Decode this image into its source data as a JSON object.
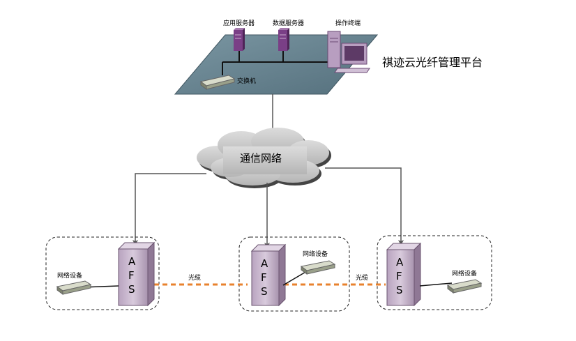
{
  "platform": {
    "title": "祺迹云光纤管理平台",
    "app_server_label": "应用服务器",
    "data_server_label": "数据服务器",
    "terminal_label": "操作终端",
    "switch_label": "交换机"
  },
  "network": {
    "label": "通信网络"
  },
  "sites": [
    {
      "afs_letters": [
        "A",
        "F",
        "S"
      ],
      "device_label": "网络设备"
    },
    {
      "afs_letters": [
        "A",
        "F",
        "S"
      ],
      "device_label": "网络设备"
    },
    {
      "afs_letters": [
        "A",
        "F",
        "S"
      ],
      "device_label": "网络设备"
    }
  ],
  "links": {
    "fiber_label_1": "光缆",
    "fiber_label_2": "光缆"
  },
  "colors": {
    "platform_fill": "#5e7c8a",
    "server_purple": "#7a3f86",
    "afs_fill": "#c6b5cc",
    "fiber_orange": "#e8822e",
    "cloud_fill": "#c7c7c7"
  }
}
